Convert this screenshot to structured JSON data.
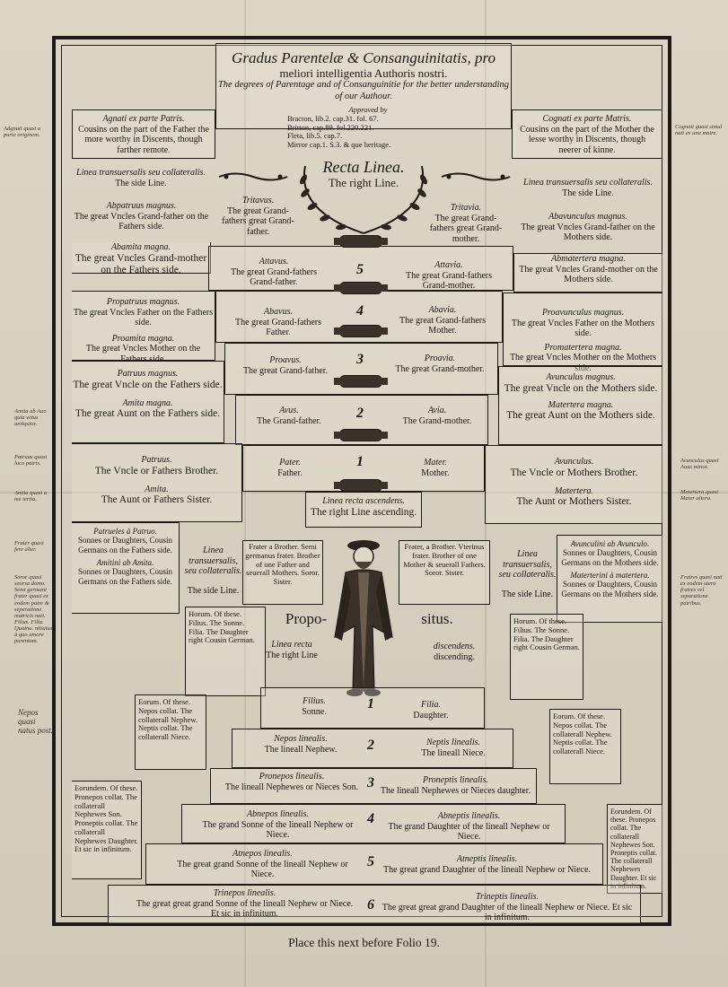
{
  "title": {
    "latin_1": "Gradus Parentelæ & Consanguinitatis, pro",
    "latin_2": "meliori intelligentia Authoris nostri.",
    "english_1": "The degrees of Parentage and of Consanguinitie for the better understanding",
    "english_2": "of our Authour."
  },
  "approved": {
    "heading": "Approved by",
    "l1": "Bracton, lib.2. cap.31. fol. 67.",
    "l2": "Britton, cap.89. fol.220.221.",
    "l3": "Fleta, lib.5. cap.7.",
    "l4": "Mirror cap.1. S.3. & que heritage."
  },
  "agnati": {
    "latin": "Agnati ex parte Patris.",
    "eng": "Cousins on the part of the Father the more worthy in Discents, though farther remote."
  },
  "cognati": {
    "latin": "Cognati ex parte Matris.",
    "eng": "Cousins on the part of the Mother the lesse worthy in Discents, though neerer of kinne."
  },
  "recta": {
    "latin": "Recta Linea.",
    "eng": "The right Line."
  },
  "tritavus": {
    "latin": "Tritavus.",
    "eng": "The great Grand-fathers great Grand-father."
  },
  "tritavia": {
    "latin": "Tritavia.",
    "eng": "The great Grand-fathers great Grand-mother."
  },
  "left_side_line": {
    "latin": "Linea transuersalis seu collateralis.",
    "eng": "The side Line."
  },
  "right_side_line": {
    "latin": "Linea transuersalis seu collateralis.",
    "eng": "The side Line."
  },
  "abpatruus": {
    "latin": "Abpatruus magnus.",
    "eng": "The great Vncles Grand-father on the Fathers side."
  },
  "abavunculus": {
    "latin": "Abavunculus magnus.",
    "eng": "The great Vncles Grand-father on the Mothers side."
  },
  "abamita": {
    "latin": "Abamita magna.",
    "eng": "The great Vncles Grand-mother on the Fathers side."
  },
  "abmatertera": {
    "latin": "Abmatertera magna.",
    "eng": "The great Vncles Grand-mother on the Mothers side."
  },
  "atavus": {
    "latin": "Attavus.",
    "eng": "The great Grand-fathers Grand-father."
  },
  "atavia": {
    "latin": "Attavia.",
    "eng": "The great Grand-fathers Grand-mother."
  },
  "propatruus": {
    "latin": "Propatruus magnus.",
    "eng": "The great Vncles Father on the Fathers side."
  },
  "proamita": {
    "latin": "Proamita magna.",
    "eng": "The great Vncles Mother on the Fathers side."
  },
  "proavunculus": {
    "latin": "Proavunculus magnus.",
    "eng": "The great Vncles Father on the Mothers side."
  },
  "promatertera": {
    "latin": "Promatertera magna.",
    "eng": "The great Vncles Mother on the Mothers side."
  },
  "abavus": {
    "latin": "Abavus.",
    "eng": "The great Grand-fathers Father."
  },
  "abavia": {
    "latin": "Abavia.",
    "eng": "The great Grand-fathers Mother."
  },
  "proavus": {
    "latin": "Proavus.",
    "eng": "The great Grand-father."
  },
  "proavia": {
    "latin": "Proavia.",
    "eng": "The great Grand-mother."
  },
  "patruus_magnus": {
    "latin": "Patruus magnus.",
    "eng": "The great Vncle on the Fathers side."
  },
  "amita_magna": {
    "latin": "Amita magna.",
    "eng": "The great Aunt on the Fathers side."
  },
  "avunculus_magnus": {
    "latin": "Avunculus magnus.",
    "eng": "The great Vncle on the Mothers side."
  },
  "matertera_magna": {
    "latin": "Matertera magna.",
    "eng": "The great Aunt on the Mothers side."
  },
  "avus": {
    "latin": "Avus.",
    "eng": "The Grand-father."
  },
  "avia": {
    "latin": "Avia.",
    "eng": "The Grand-mother."
  },
  "patruus": {
    "latin": "Patruus.",
    "eng": "The Vncle or Fathers Brother."
  },
  "amita": {
    "latin": "Amita.",
    "eng": "The Aunt or Fathers Sister."
  },
  "avunculus": {
    "latin": "Avunculus.",
    "eng": "The Vncle or Mothers Brother."
  },
  "matertera": {
    "latin": "Matertera.",
    "eng": "The Aunt or Mothers Sister."
  },
  "pater": {
    "latin": "Pater.",
    "eng": "Father."
  },
  "mater": {
    "latin": "Mater.",
    "eng": "Mother."
  },
  "ascendens": {
    "latin": "Linea recta ascendens.",
    "eng": "The right Line ascending."
  },
  "patrueles": {
    "latin": "Patrueles à Patruo.",
    "eng": "Sonnes or Daughters, Cousin Germans on the Fathers side.",
    "latin2": "Amitini ab Amita.",
    "eng2": "Sonnes or Daughters, Cousin Germans on the Fathers side."
  },
  "avunculini": {
    "latin": "Avunculini ab Avunculo.",
    "eng": "Sonnes or Daughters, Cousin Germans on the Mothers side.",
    "latin2": "Materterini à matertera.",
    "eng2": "Sonnes or Daughters, Cousin Germans on the Mothers side."
  },
  "left_trans": {
    "latin": "Linea transuersalis, seu collateralis.",
    "eng": "The side Line."
  },
  "right_trans": {
    "latin": "Linea transuersalis, seu collateralis.",
    "eng": "The side Line."
  },
  "frater_left": {
    "text": "Frater a Brother. Semi germanus frater. Brother of one Father and seuerall Mothers. Soror. Sister."
  },
  "frater_right": {
    "text": "Frater, a Brother. Vterinus frater. Brother of one Mother & seuerall Fathers. Soror. Sister."
  },
  "propositus": {
    "left": "Propo-",
    "right": "situs.",
    "recta_latin": "Linea recta",
    "recta_eng": "The right Line",
    "desc_latin": "discendens.",
    "desc_eng": "discending."
  },
  "horum_left": {
    "text": "Horum. Of these. Filius. The Sonne. Filia. The Daughter right Cousin German."
  },
  "horum_right": {
    "text": "Horum. Of these. Filius. The Sonne. Filia. The Daughter right Cousin German."
  },
  "eorum_left": {
    "text": "Eorum. Of these. Nepos collat. The collaterall Nephew. Neptis collat. The collaterall Niece."
  },
  "eorum_right": {
    "text": "Eorum. Of these. Nepos collat. The collaterall Nephew. Neptis collat. The collaterall Niece."
  },
  "eorundem_left": {
    "text": "Eorundem. Of these. Pronepos collat. The collaterall Nephewes Son. Proneptis collat. The collaterall Nephewes Daughter. Et sic in infinitum."
  },
  "eorundem_right": {
    "text": "Eorundem. Of these. Pronepos collat. The collaterall Nephewes Son. Proneptis collat. The collaterall Nephewes Daughter. Et sic in infinitum."
  },
  "desc": [
    {
      "n": "1",
      "l_lat": "Filius.",
      "l_eng": "Sonne.",
      "r_lat": "Filia.",
      "r_eng": "Daughter."
    },
    {
      "n": "2",
      "l_lat": "Nepos linealis.",
      "l_eng": "The lineall Nephew.",
      "r_lat": "Neptis linealis.",
      "r_eng": "The lineall Niece."
    },
    {
      "n": "3",
      "l_lat": "Pronepos linealis.",
      "l_eng": "The lineall Nephewes or Nieces Son.",
      "r_lat": "Proneptis linealis.",
      "r_eng": "The lineall Nephewes or Nieces daughter."
    },
    {
      "n": "4",
      "l_lat": "Abnepos linealis.",
      "l_eng": "The grand Sonne of the lineall Nephew or Niece.",
      "r_lat": "Abneptis linealis.",
      "r_eng": "The grand Daughter of the lineall Nephew or Niece."
    },
    {
      "n": "5",
      "l_lat": "Atnepos linealis.",
      "l_eng": "The great grand Sonne of the lineall Nephew or Niece.",
      "r_lat": "Atneptis linealis.",
      "r_eng": "The great grand Daughter of the lineall Nephew or Niece."
    },
    {
      "n": "6",
      "l_lat": "Trinepos linealis.",
      "l_eng": "The great great grand Sonne of the lineall Nephew or Niece. Et sic in infinitum.",
      "r_lat": "Trineptis linealis.",
      "r_eng": "The great great grand Daughter of the lineall Nephew or Niece. Et sic in infinitum."
    }
  ],
  "asc_nums": [
    "5",
    "4",
    "3",
    "2",
    "1"
  ],
  "margin": {
    "m1": "Adgnati quasi a parte originem.",
    "m2": "Amita ab Auo quia vetus antiquior.",
    "m3": "Patruus quasi loco patris.",
    "m4": "Amita quasi a me tertia.",
    "m5": "Frater quasi fere alter.",
    "m6": "Soror quasi seorsa domo. Semi germani frater quasi ex eodem patre & seperatione matricis nati. Filius. Filia. Quatnu. nitiatus. à quo amore parentum.",
    "m7": "Nepos quasi natus post.",
    "m8": "Cognati quasi simul nati ex una matre.",
    "m9": "Avunculus quasi Auus minor.",
    "m10": "Matertera quasi Mater altera.",
    "m11": "Fratres quasi nati ex eodem utero fratres vel separatione patribus."
  },
  "footer": "Place this next before Folio 19."
}
